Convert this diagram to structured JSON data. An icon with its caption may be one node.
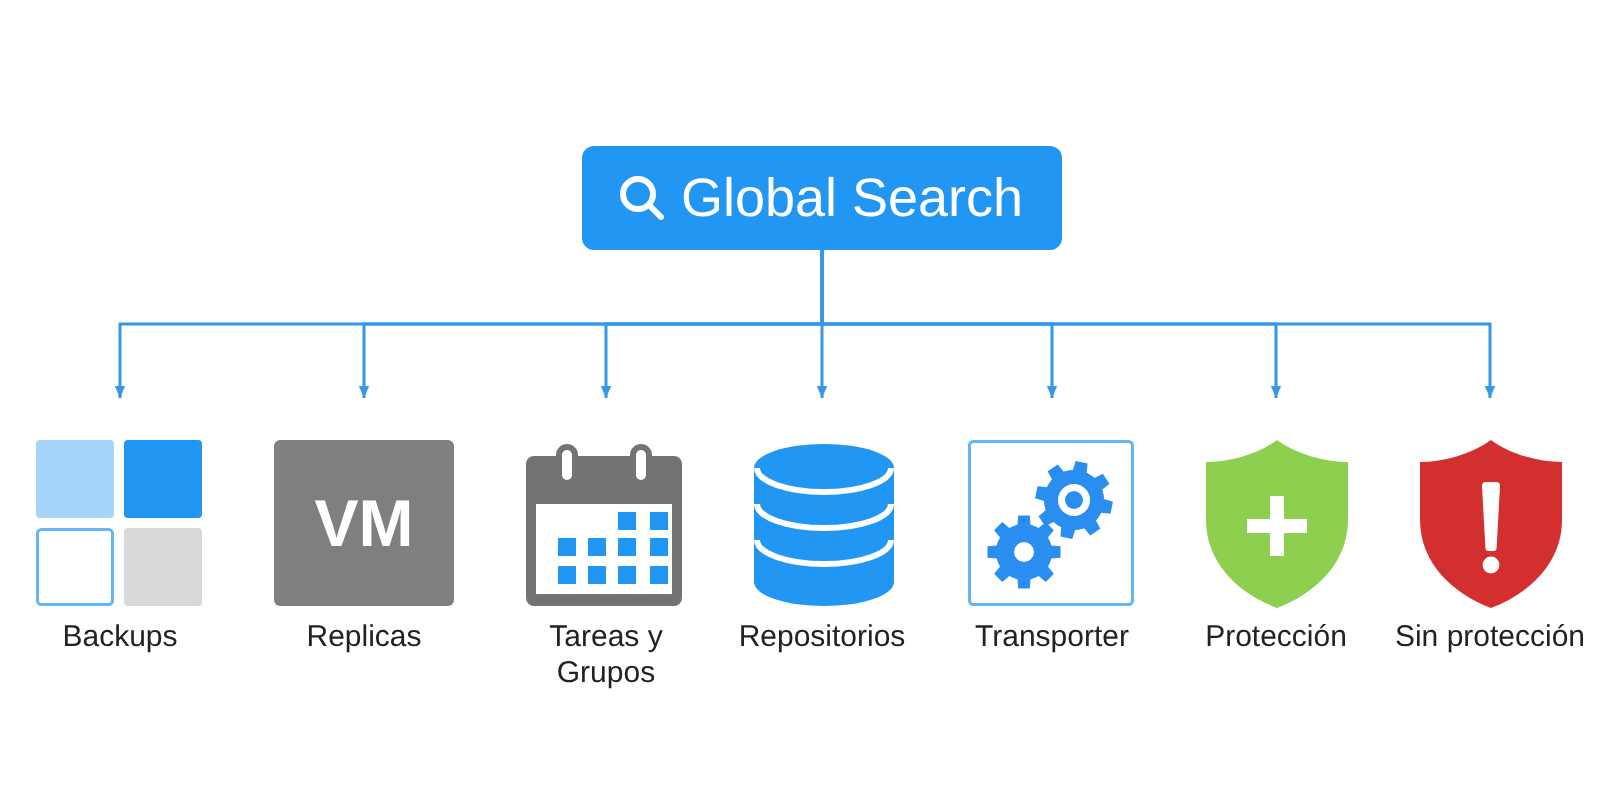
{
  "diagram": {
    "nodes": [
      {
        "text": [
          "Global Search"
        ]
      },
      {
        "text": [
          "Backups"
        ]
      },
      {
        "text": [
          "VM",
          "Replicas"
        ]
      },
      {
        "text": [
          "Tareas y Grupos"
        ]
      },
      {
        "text": [
          "Repositorios"
        ]
      },
      {
        "text": [
          "Transporter"
        ]
      },
      {
        "text": [
          "Protección"
        ]
      },
      {
        "text": [
          "Sin protección"
        ]
      }
    ],
    "edges": [
      {
        "from": 0,
        "to": 1,
        "arrow": "to"
      },
      {
        "from": 0,
        "to": 2,
        "arrow": "to"
      },
      {
        "from": 0,
        "to": 3,
        "arrow": "to"
      },
      {
        "from": 0,
        "to": 4,
        "arrow": "to"
      },
      {
        "from": 0,
        "to": 5,
        "arrow": "to"
      },
      {
        "from": 0,
        "to": 6,
        "arrow": "to"
      },
      {
        "from": 0,
        "to": 7,
        "arrow": "to"
      }
    ]
  }
}
